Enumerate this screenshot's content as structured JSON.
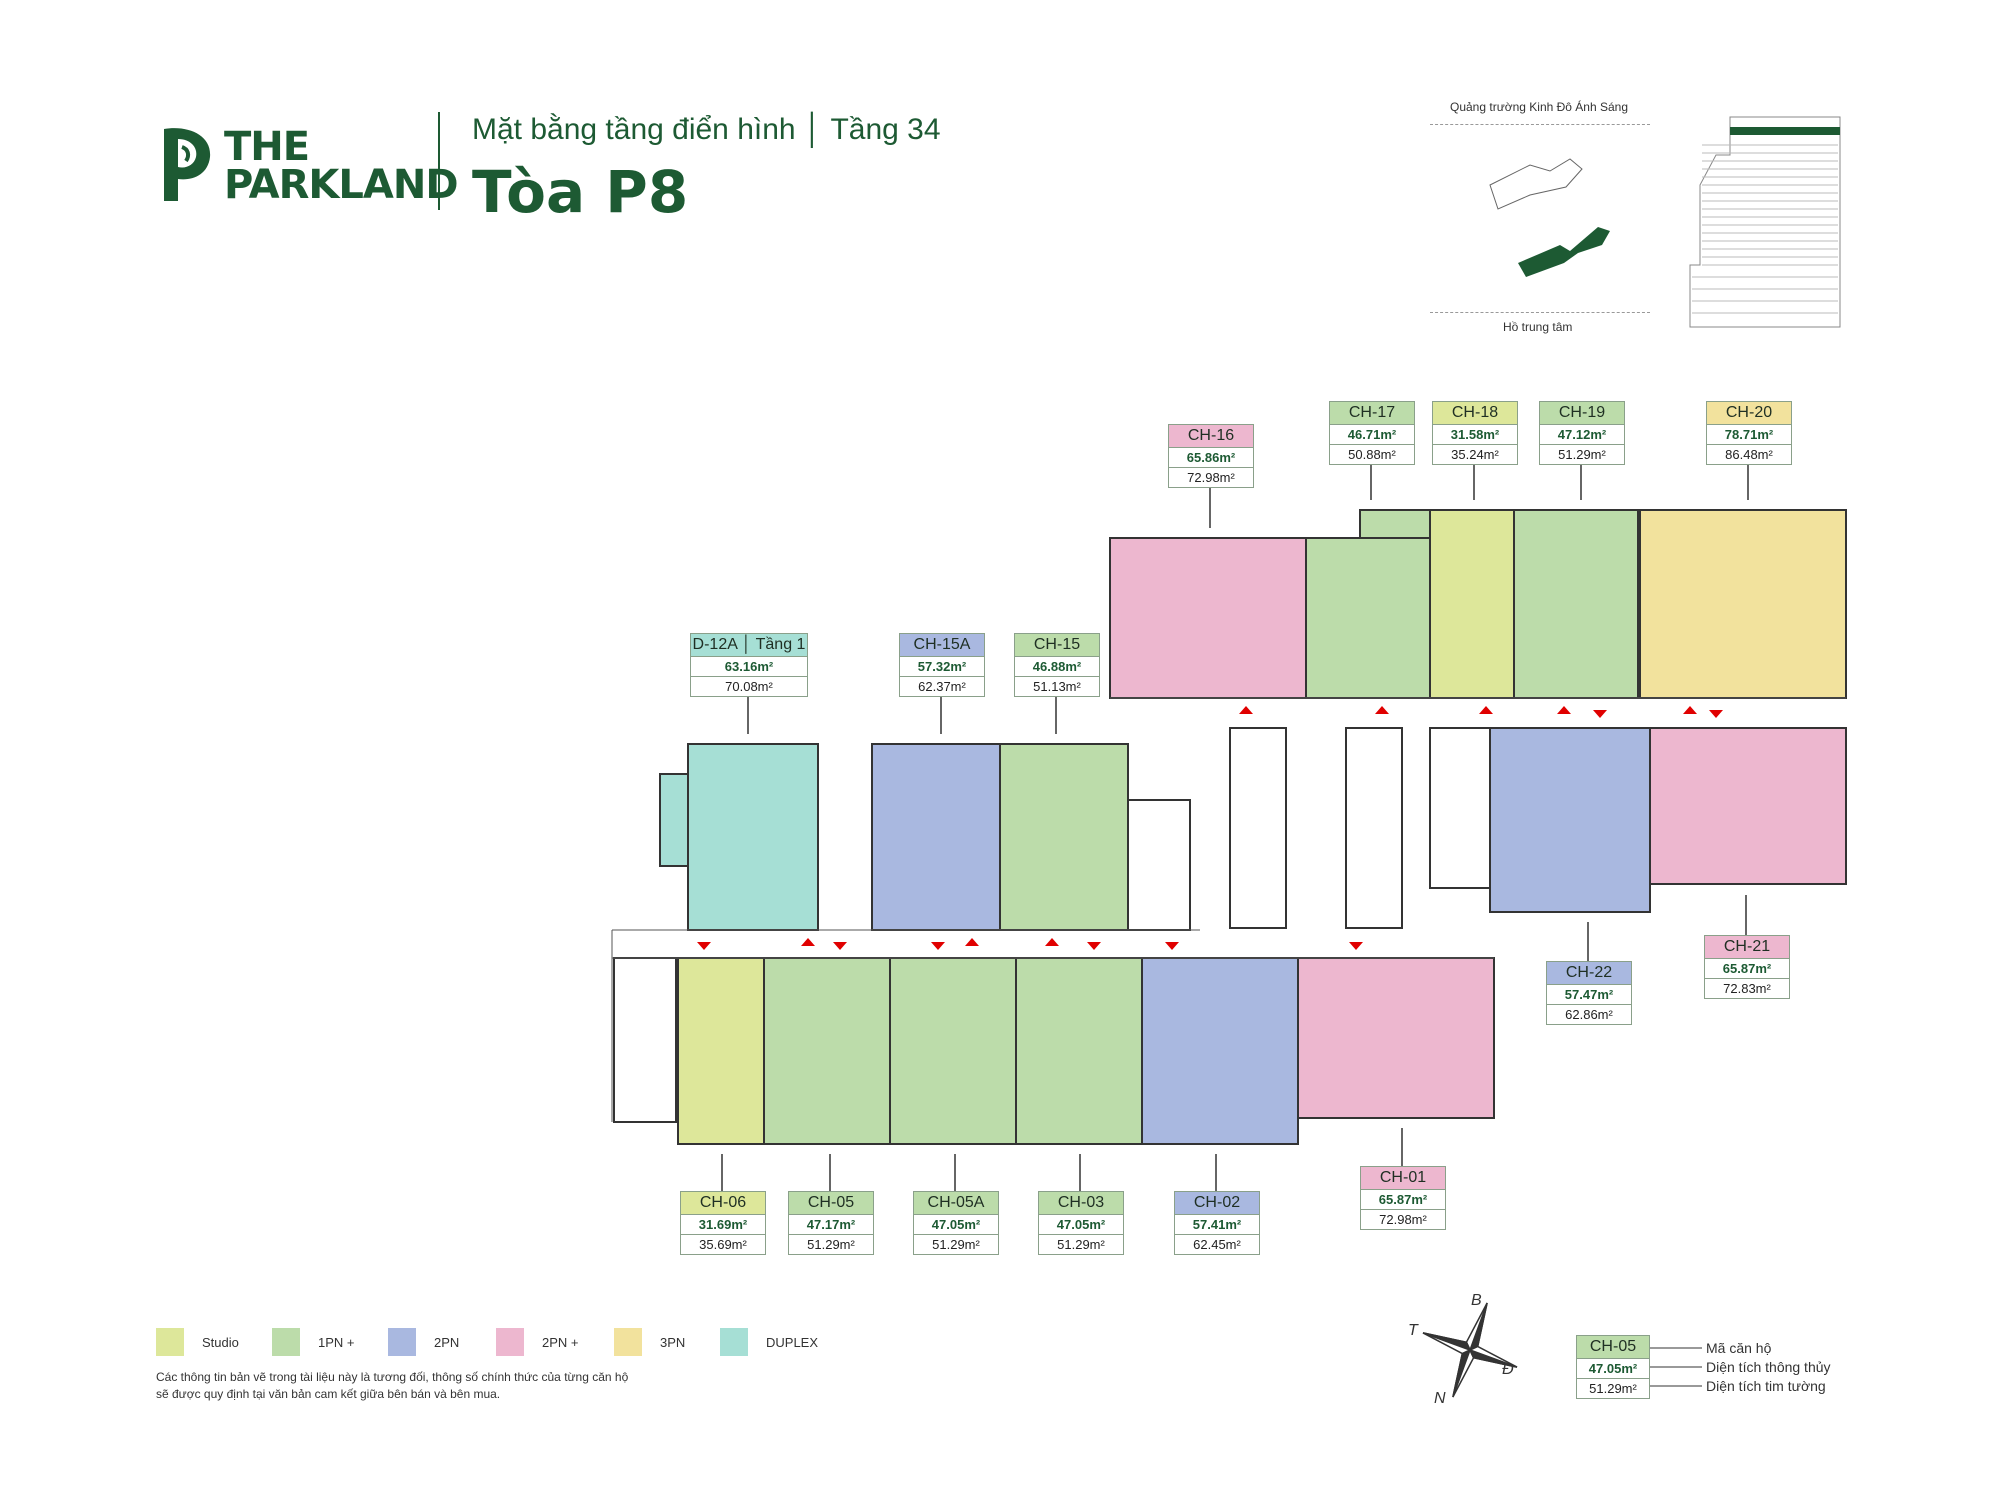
{
  "brand": {
    "line1": "THE",
    "line2": "PARKLAND"
  },
  "header": {
    "subtitle": "Mặt bằng tầng điển hình │ Tầng 34",
    "title": "Tòa P8"
  },
  "site": {
    "top_label": "Quảng trường Kinh Đô Ánh Sáng",
    "bottom_label": "Hồ trung tâm"
  },
  "colors": {
    "studio": "#dde79a",
    "pn1": "#bcdcaa",
    "pn2": "#a9b8e0",
    "pn2plus": "#edb7cf",
    "pn3": "#f2e29d",
    "duplex": "#a6dfd5",
    "brand": "#1d5a33"
  },
  "units": [
    {
      "code": "CH-16",
      "net": "65.86m²",
      "gross": "72.98m²",
      "type": "pn2plus"
    },
    {
      "code": "CH-17",
      "net": "46.71m²",
      "gross": "50.88m²",
      "type": "pn1"
    },
    {
      "code": "CH-18",
      "net": "31.58m²",
      "gross": "35.24m²",
      "type": "studio"
    },
    {
      "code": "CH-19",
      "net": "47.12m²",
      "gross": "51.29m²",
      "type": "pn1"
    },
    {
      "code": "CH-20",
      "net": "78.71m²",
      "gross": "86.48m²",
      "type": "pn3"
    },
    {
      "code": "D-12A │ Tầng 1",
      "net": "63.16m²",
      "gross": "70.08m²",
      "type": "duplex"
    },
    {
      "code": "CH-15A",
      "net": "57.32m²",
      "gross": "62.37m²",
      "type": "pn2"
    },
    {
      "code": "CH-15",
      "net": "46.88m²",
      "gross": "51.13m²",
      "type": "pn1"
    },
    {
      "code": "CH-22",
      "net": "57.47m²",
      "gross": "62.86m²",
      "type": "pn2"
    },
    {
      "code": "CH-21",
      "net": "65.87m²",
      "gross": "72.83m²",
      "type": "pn2plus"
    },
    {
      "code": "CH-06",
      "net": "31.69m²",
      "gross": "35.69m²",
      "type": "studio"
    },
    {
      "code": "CH-05",
      "net": "47.17m²",
      "gross": "51.29m²",
      "type": "pn1"
    },
    {
      "code": "CH-05A",
      "net": "47.05m²",
      "gross": "51.29m²",
      "type": "pn1"
    },
    {
      "code": "CH-03",
      "net": "47.05m²",
      "gross": "51.29m²",
      "type": "pn1"
    },
    {
      "code": "CH-02",
      "net": "57.41m²",
      "gross": "62.45m²",
      "type": "pn2"
    },
    {
      "code": "CH-01",
      "net": "65.87m²",
      "gross": "72.98m²",
      "type": "pn2plus"
    }
  ],
  "legend": [
    {
      "label": "Studio",
      "color": "#dde79a"
    },
    {
      "label": "1PN +",
      "color": "#bcdcaa"
    },
    {
      "label": "2PN",
      "color": "#a9b8e0"
    },
    {
      "label": "2PN +",
      "color": "#edb7cf"
    },
    {
      "label": "3PN",
      "color": "#f2e29d"
    },
    {
      "label": "DUPLEX",
      "color": "#a6dfd5"
    }
  ],
  "note": {
    "line1": "Các thông tin bản vẽ trong tài liệu này là tương đối, thông số chính thức của từng căn hộ",
    "line2": "sẽ được quy định tại văn bản cam kết giữa bên bán và bên mua."
  },
  "compass": {
    "n": "B",
    "s": "N",
    "e": "Đ",
    "w": "T"
  },
  "key": {
    "code": "CH-05",
    "net": "47.05m²",
    "gross": "51.29m²",
    "code_desc": "Mã căn hộ",
    "net_desc": "Diện tích thông thủy",
    "gross_desc": "Diện tích tim tường"
  }
}
